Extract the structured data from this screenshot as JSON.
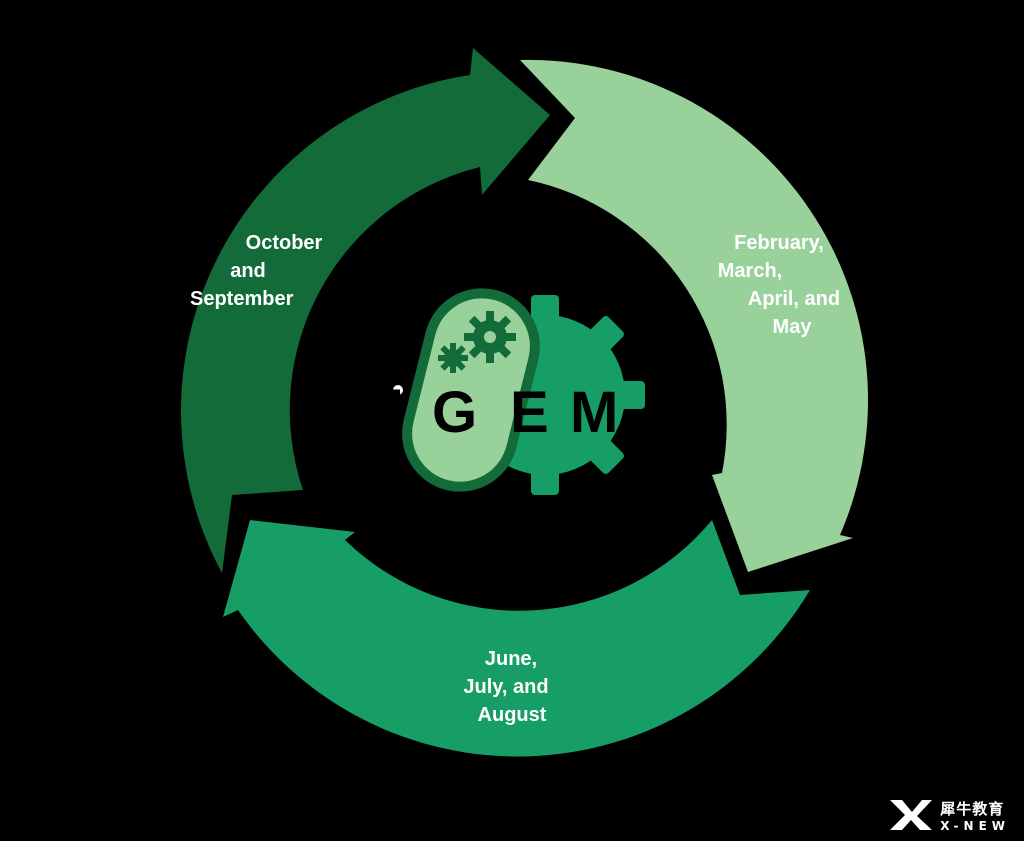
{
  "segments": [
    {
      "id": "a",
      "lines": [
        "October",
        "and",
        "September"
      ],
      "color": "#146b3a"
    },
    {
      "id": "b",
      "lines": [
        "February,",
        "March,",
        "April, and",
        "May"
      ],
      "color": "#99d19b"
    },
    {
      "id": "c",
      "lines": [
        "June,",
        "July, and",
        "August"
      ],
      "color": "#169e66"
    }
  ],
  "logo": {
    "letters": [
      "i",
      "G",
      "E",
      "M"
    ],
    "cell_fill": "#99d19b",
    "cell_outline": "#146b3a",
    "gear_color": "#169e66",
    "letter_color": "#000000",
    "icons": [
      "bacterium-icon",
      "gear-icon"
    ]
  },
  "watermark": {
    "cn": "犀牛教育",
    "en": "X-NEW"
  }
}
